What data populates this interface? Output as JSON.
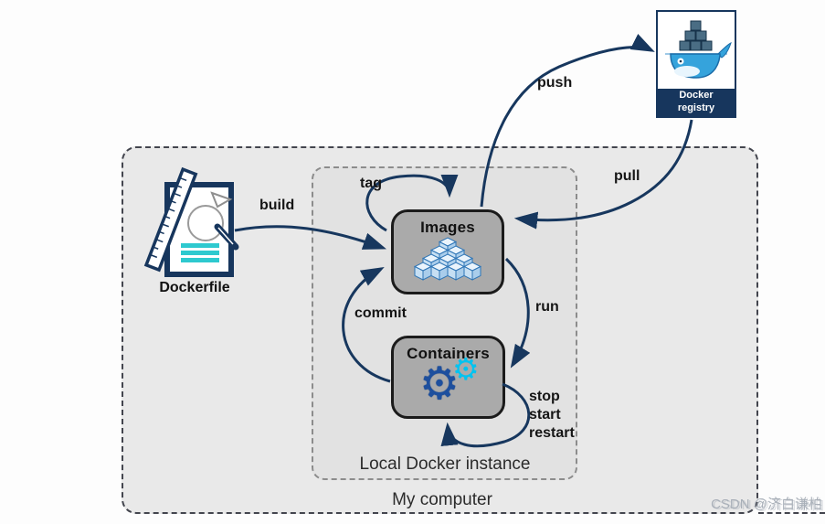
{
  "diagram": {
    "outer_box_label": "My computer",
    "inner_box_label": "Local Docker instance",
    "nodes": {
      "dockerfile": {
        "label": "Dockerfile"
      },
      "images": {
        "label": "Images"
      },
      "containers": {
        "label": "Containers"
      },
      "registry": {
        "label": "Docker registry"
      }
    },
    "edges": {
      "build": "build",
      "tag": "tag",
      "push": "push",
      "pull": "pull",
      "run": "run",
      "commit": "commit",
      "stop": "stop",
      "start": "start",
      "restart": "restart"
    },
    "icons": {
      "images": "cubes-pyramid-icon",
      "containers": "gears-icon",
      "dockerfile": "document-ruler-compass-icon",
      "registry": "docker-whale-icon"
    },
    "colors": {
      "arrow": "#17375e",
      "registry_band": "#17365d",
      "node_fill": "#aaaaaa",
      "node_border": "#1b1b1b",
      "outer_fill": "#e9e9e9",
      "inner_fill": "#e2e2e2",
      "cube_fill": "#d8eafa",
      "cube_stroke": "#2e75b6",
      "gear_dark": "#1d4f9e",
      "gear_cyan": "#00c3f0",
      "teal_line": "#2ec9cf",
      "whale_blue": "#35a3dc"
    }
  },
  "watermark": "CSDN @济白谦柏"
}
